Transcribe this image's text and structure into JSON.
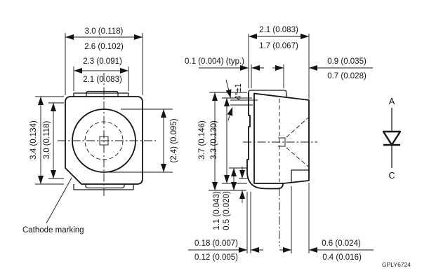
{
  "front_view": {
    "dims_top": [
      "3.0 (0.118)",
      "2.6 (0.102)",
      "2.3 (0.091)",
      "2.1 (0.083)"
    ],
    "dims_left": [
      "3.4 (0.134)",
      "3.0 (0.118)"
    ],
    "dim_lens": "(2.4) (0.095)",
    "note_cathode": "Cathode marking"
  },
  "side_view": {
    "dims_top": [
      "2.1 (0.083)",
      "1.7 (0.067)"
    ],
    "dim_typ": "0.1 (0.004) (typ.)",
    "dims_right_top": [
      "0.9 (0.035)",
      "0.7 (0.028)"
    ],
    "dims_left": [
      "3.7 (0.146)",
      "3.3 (0.130)"
    ],
    "dim_angle": "4°±1",
    "dims_bottom_vertical": [
      "1.1 (0.043)",
      "0.5 (0.020)"
    ],
    "dims_bottom_left": [
      "0.18 (0.007)",
      "0.12 (0.005)"
    ],
    "dims_bottom_right": [
      "0.6 (0.024)",
      "0.4 (0.016)"
    ]
  },
  "symbol": {
    "anode": "A",
    "cathode": "C"
  },
  "footer": {
    "doc_code": "GPLY6724"
  }
}
